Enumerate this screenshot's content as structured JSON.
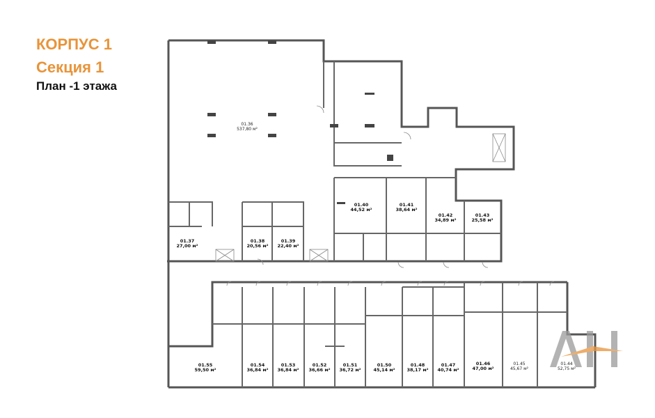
{
  "header": {
    "building": "КОРПУС 1",
    "section": "Секция 1",
    "floor": "План -1 этажа"
  },
  "logo": {
    "text": "AH",
    "colors": {
      "gray": "#9a9a9a",
      "orange": "#e8943a"
    }
  },
  "colors": {
    "wall": "#555555",
    "wall_light": "#9a9a9a",
    "accent": "#e8943a"
  },
  "units": [
    {
      "id": "01.36",
      "area": "537,80 м²"
    },
    {
      "id": "01.37",
      "area": "27,00 м²"
    },
    {
      "id": "01.38",
      "area": "20,56 м²"
    },
    {
      "id": "01.39",
      "area": "22,40 м²"
    },
    {
      "id": "01.40",
      "area": "44,52 м²"
    },
    {
      "id": "01.41",
      "area": "38,64 м²"
    },
    {
      "id": "01.42",
      "area": "34,89 м²"
    },
    {
      "id": "01.43",
      "area": "25,58 м²"
    },
    {
      "id": "01.44",
      "area": "52,75 м²"
    },
    {
      "id": "01.45",
      "area": "45,67 м²"
    },
    {
      "id": "01.46",
      "area": "47,00 м²"
    },
    {
      "id": "01.47",
      "area": "40,74 м²"
    },
    {
      "id": "01.48",
      "area": "38,17 м²"
    },
    {
      "id": "01.50",
      "area": "45,14 м²"
    },
    {
      "id": "01.51",
      "area": "36,72 м²"
    },
    {
      "id": "01.52",
      "area": "36,66 м²"
    },
    {
      "id": "01.53",
      "area": "36,84 м²"
    },
    {
      "id": "01.54",
      "area": "36,84 м²"
    },
    {
      "id": "01.55",
      "area": "59,50 м²"
    }
  ]
}
